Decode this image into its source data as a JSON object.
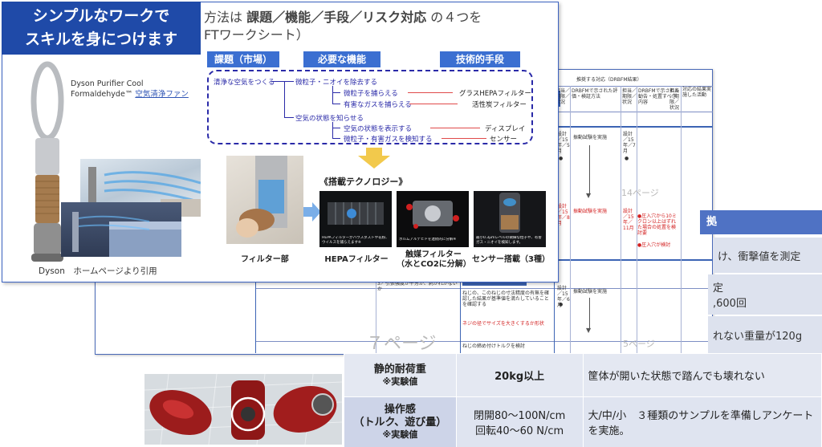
{
  "slide": {
    "banner_line1": "シンプルなワークで",
    "banner_line2": "スキルを身につけます",
    "heading_line1_prefix": "方法は ",
    "heading_line1_terms": "課題／機能／手段／リスク対応",
    "heading_line1_suffix": " の４つを",
    "heading_line2": "FTワークシート）",
    "product_name_line1": "Dyson Purifier Cool",
    "product_name_line2": "Formaldehyde™",
    "product_name_link": "空気清浄ファン",
    "credit": "Dyson　ホームページより引用",
    "labels": {
      "problem": "課題（市場）",
      "function": "必要な機能",
      "means": "技術的手段"
    },
    "tree": {
      "root": "清浄な空気をつくる",
      "f1": "微粒子・ニオイを除去する",
      "f1a": "微粒子を捕らえる",
      "f1b": "有害なガスを捕らえる",
      "f2": "空気の状態を知らせる",
      "f2a": "空気の状態を表示する",
      "f2b": "微粒子・有害ガスを検知する",
      "m1": "グラスHEPAフィルター",
      "m2": "活性炭フィルター",
      "m3": "ディスプレイ",
      "m4": "センサー"
    },
    "tech_title": "《搭載テクノロジー》",
    "captions": {
      "filter": "フィルター部",
      "hepa": "HEPAフィルター",
      "catalyst_line1": "触媒フィルター",
      "catalyst_line2": "（水とCO2に分解）",
      "sensor": "センサー搭載（3種）"
    },
    "photo_texts": {
      "hepa": "HEPAフィルターがハウスダストや花粉、ウイルスを捕らえます※",
      "catalyst": "ホルムアルデヒドを連続的に分解※",
      "sensor": "最小0.3μmレベルの微細な粒子や、有害ガス・ニオイを検知します。"
    }
  },
  "worksheet": {
    "header": "推奨する対応（DRBFM結果）",
    "sub_headers": [
      "担当／期限／状況",
      "DRBFMで示された評価・検証方法",
      "担当／期限／状況",
      "DRBFMで示された勧告・処置すべき内容",
      "担当／期限／状況",
      "対応の結果実施した活動"
    ],
    "entries": [
      {
        "due": "設計／15年／5月",
        "status": "●",
        "method": "振動試験を実施"
      },
      {
        "due": "設計／15年／6月",
        "status": "●",
        "method": "振動試験を実施"
      },
      {
        "due": "設計／15年／7月",
        "status": "●",
        "method": ""
      }
    ],
    "red_notes": [
      "設計／15年／8月",
      "振動試験を実施",
      "設計／15年／11月",
      "●圧入穴から10ミクロン以上はずれた場合の処置を検討要",
      "●圧入穴が検討"
    ],
    "mid_text_1": "3／引張強度が十分か、剥がれがないか",
    "mid_text_2": "ねじの、このねじの寸法精度の有無を確認した結果が基準値を満たしていることを確認する",
    "mid_text_3": "ねじの締め付けトルクを検討",
    "mid_red": "ネジの径でサイズを大きくするか形状",
    "page_top": "14ページ",
    "page_mid": "７ページ",
    "page_right": "5ページ"
  },
  "right_panel": {
    "header_fragment": "拠",
    "row1": "け、衝撃値を測定",
    "row2_line1": "定",
    "row2_line2": ",600回",
    "row3": "れない重量が120g"
  },
  "spec_table": {
    "rows": [
      {
        "item_line1": "静的耐荷重",
        "item_line2": "※実験値",
        "value_line1": "20kg以上",
        "value_line2": "",
        "note": "筐体が開いた状態で踏んでも壊れない"
      },
      {
        "item_line1": "操作感",
        "item_line2": "（トルク、遊び量）",
        "item_line3": "※実験値",
        "value_line1": "閉開80～100N/cm",
        "value_line2": "回転40～60 N/cm",
        "note_line1": "大/中/小　３種類のサンプルを準備しアンケート",
        "note_line2": "を実施。"
      }
    ]
  },
  "colors": {
    "slide_border": "#3b62c1",
    "banner": "#1f4aa8",
    "label_box": "#3b6fd1",
    "tree_navy": "#2a2aa8",
    "tree_red": "#e04a4a",
    "arrow_yellow": "#f2c94c",
    "arrow_blue": "#7aaee8"
  }
}
